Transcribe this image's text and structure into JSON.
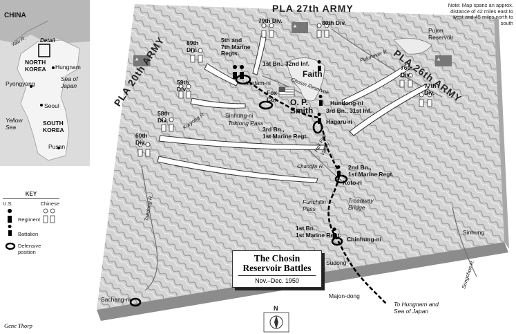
{
  "title": "The Chosin\nReservoir Battles",
  "date": "Nov.–Dec. 1950",
  "note": "Note: Map spans an approx. distance of 42 miles east to west and 45 miles north to south",
  "credit": "Gene Thorp",
  "north": "N",
  "inset": {
    "china": "CHINA",
    "detail": "Detail",
    "north_korea": "NORTH\nKOREA",
    "hungnam": "Hungnam",
    "pyongyang": "Pyongyang",
    "sea_of_japan": "Sea of\nJapan",
    "seoul": "Seoul",
    "yellow_sea": "Yellow\nSea",
    "south_korea": "SOUTH\nKOREA",
    "pusan": "Pusan",
    "yalu": "Yalu R."
  },
  "key": {
    "title": "KEY",
    "us": "U.S.",
    "chinese": "Chinese",
    "regiment": "Regiment",
    "battalion": "Battalion",
    "defensive": "Defensive\nposition"
  },
  "armies": {
    "pla20": "PLA 20th ARMY",
    "pla27": "PLA 27th ARMY",
    "pla26": "PLA 26th ARMY"
  },
  "divisions": {
    "d79": "79th Div.",
    "d80": "80th Div.",
    "d89": "89th\nDiv.",
    "d59": "59th\nDiv.",
    "d58": "58th\nDiv.",
    "d60": "60th\nDiv.",
    "d76": "76th\nDiv.",
    "d77": "77th\nDiv."
  },
  "units": {
    "marines_5_7": "5th and\n7th Marine\nRegts.",
    "bn1_32": "1st Bn., 32nd Inf.",
    "faith": "Faith",
    "fox": "Fox\nCo.",
    "op_smith": "O. P.\nSmith",
    "bn3_31": "3rd Bn., 31st Inf.",
    "bn3_1mr": "3rd Bn.,\n1st Marine Regt.",
    "bn2_1mr": "2nd Bn.,\n1st Marine Regt.",
    "bn1_1mr": "1st Bn.,\n1st Marine Regt."
  },
  "places": {
    "yudam": "Yudam-ni",
    "sinhung_ni": "Sinhung-ni",
    "toktong": "Toktong Pass",
    "hagaru": "Hagaru-ri",
    "hundong": "Hundong-ni",
    "koto": "Koto-ri",
    "funchilin": "Funchilin\nPass",
    "treadway": "Treadway\nBridge",
    "chinhung": "Chinhung-ni",
    "sudong": "Sudong",
    "majon": "Majon-dong",
    "sachang": "Sachang-ni",
    "sinhung": "Sinhung",
    "to_hungnam": "To Hungnam and\nSea of Japan",
    "pujon": "Pujon\nReservoir",
    "chosin_res": "Chosin Reservoir",
    "hell_fire": "Hell Fire\nValley"
  },
  "rivers": {
    "kuryong": "Kuryong R.",
    "changjin": "Changjin R.",
    "taedong": "Taedong R.",
    "pujon_r": "Pujonriver R.",
    "songchon": "Songchon R."
  }
}
